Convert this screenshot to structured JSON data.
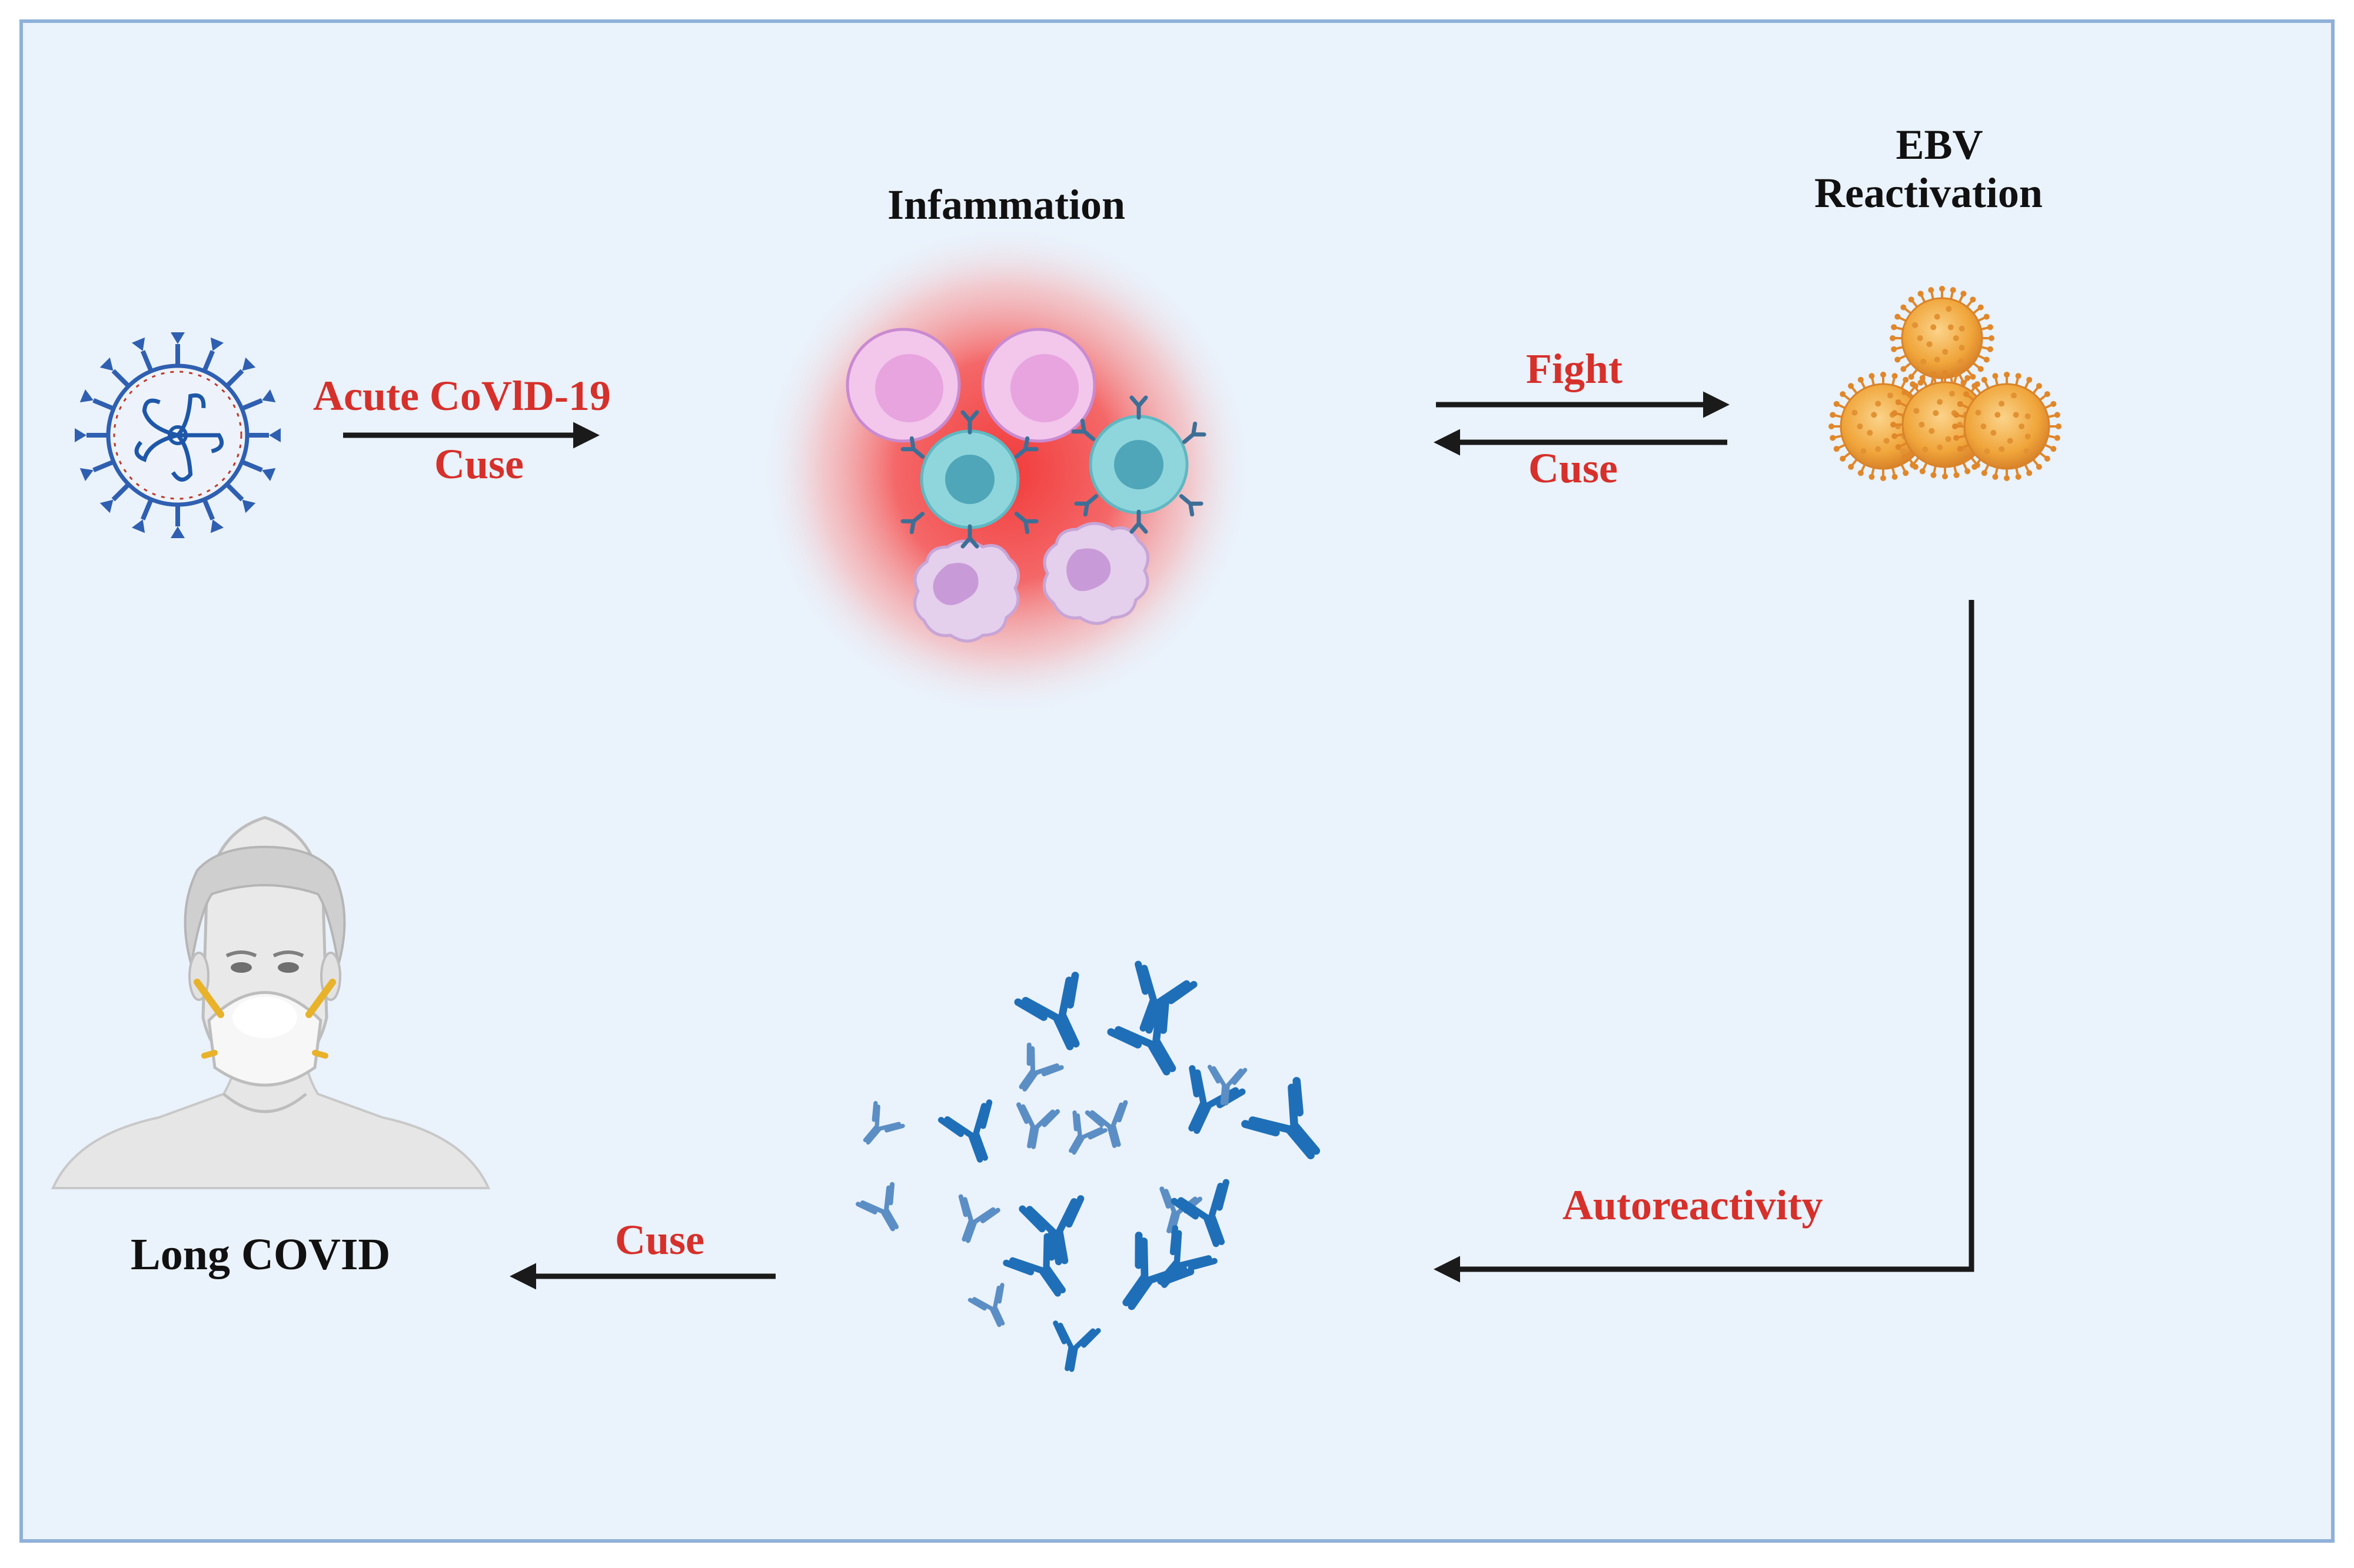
{
  "labels": {
    "acute_covid": "Acute CoVlD-19",
    "cause_1": "Cuse",
    "inflammation": "Infammation",
    "fight": "Fight",
    "cause_2": "Cuse",
    "ebv_line1": "EBV",
    "ebv_line2": "Reactivation",
    "autoreactivity": "Autoreactivity",
    "cause_3": "Cuse",
    "long_covid": "Long COVID"
  },
  "colors": {
    "frame_border": "#8fb0d8",
    "background": "#eaf2fb",
    "label_black": "#111111",
    "label_red": "#d6302b",
    "arrow": "#1a1a1a",
    "virus_blue": "#2f5fb0",
    "ebv_orange": "#f0a53a",
    "antibody_blue": "#1f6fb8",
    "inflammation_red": "#f25050"
  },
  "icons": [
    "sars-cov-2-virus-icon",
    "immune-cells-inflammation-icon",
    "ebv-virus-cluster-icon",
    "antibodies-icon",
    "masked-person-icon"
  ]
}
